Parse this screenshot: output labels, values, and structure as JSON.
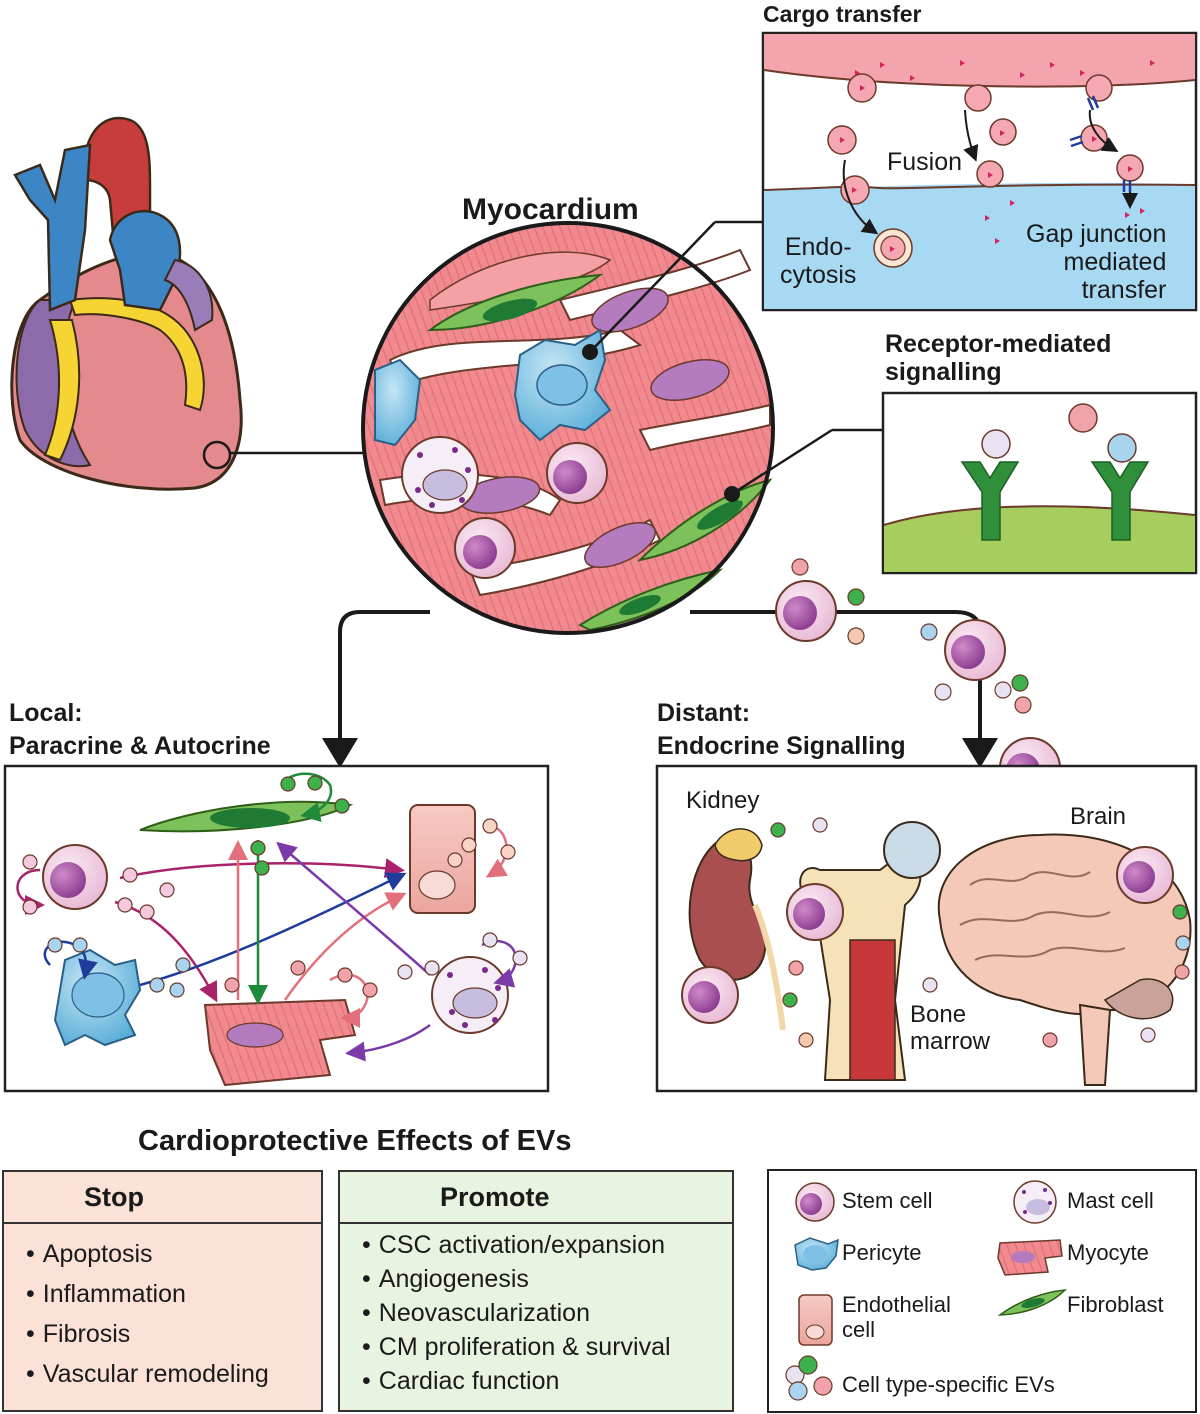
{
  "center_title": "Myocardium",
  "cargo_transfer": {
    "title": "Cargo transfer",
    "fusion": "Fusion",
    "endocytosis": "Endo-\ncytosis",
    "gap_junction": "Gap junction\nmediated\ntransfer"
  },
  "receptor": {
    "title": "Receptor-mediated\nsignalling"
  },
  "local": {
    "title": "Local:\nParacrine & Autocrine"
  },
  "distant": {
    "title": "Distant:\nEndocrine Signalling",
    "kidney": "Kidney",
    "brain": "Brain",
    "bone_marrow": "Bone\nmarrow"
  },
  "effects": {
    "title": "Cardioprotective Effects of EVs",
    "stop": {
      "label": "Stop",
      "color": "#e0262b",
      "bg": "#fbe1d6",
      "items": [
        "Apoptosis",
        "Inflammation",
        "Fibrosis",
        "Vascular remodeling"
      ]
    },
    "promote": {
      "label": "Promote",
      "color": "#2ea84a",
      "bg": "#e8f3e0",
      "items": [
        "CSC activation/expansion",
        "Angiogenesis",
        "Neovascularization",
        "CM proliferation & survival",
        "Cardiac function"
      ]
    }
  },
  "legend": {
    "stem_cell": "Stem cell",
    "mast_cell": "Mast cell",
    "pericyte": "Pericyte",
    "myocyte": "Myocyte",
    "endothelial": "Endothelial\ncell",
    "fibroblast": "Fibroblast",
    "evs": "Cell type-specific EVs"
  },
  "icons": {
    "heart": "heart-icon",
    "stem_cell": "stem-cell-icon",
    "mast_cell": "mast-cell-icon",
    "pericyte": "pericyte-icon",
    "myocyte": "myocyte-icon",
    "endothelial": "endothelial-cell-icon",
    "fibroblast": "fibroblast-icon",
    "kidney": "kidney-icon",
    "bone": "bone-icon",
    "brain": "brain-icon",
    "receptor": "receptor-icon"
  }
}
